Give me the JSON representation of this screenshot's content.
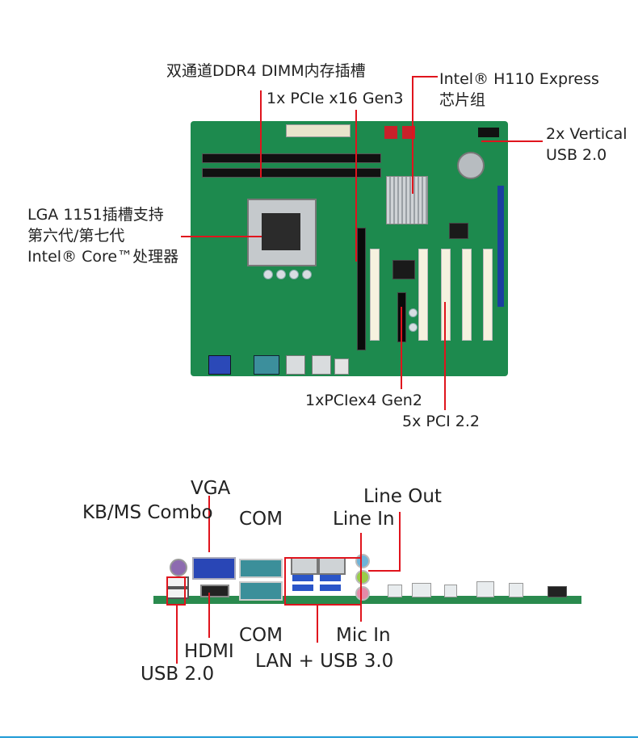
{
  "colors": {
    "callout_line": "#e0141d",
    "pcb": "#1d8a4e",
    "bottom_rule": "#1e9ad6"
  },
  "board_callouts": {
    "dimm": "双通道DDR4 DIMM内存插槽",
    "pcie16": "1x PCIe x16 Gen3",
    "chipset_line1": "Intel® H110 Express",
    "chipset_line2": "芯片组",
    "usb_vertical_line1": "2x Vertical",
    "usb_vertical_line2": "USB 2.0",
    "cpu_line1": "LGA 1151插槽支持",
    "cpu_line2": "第六代/第七代",
    "cpu_line3": "Intel® Core™处理器",
    "pcie4": "1xPCIex4 Gen2",
    "pci": "5x PCI 2.2"
  },
  "io_callouts": {
    "vga": "VGA",
    "kbms": "KB/MS Combo",
    "com_top": "COM",
    "line_out": "Line Out",
    "line_in": "Line In",
    "com_bottom": "COM",
    "mic_in": "Mic In",
    "hdmi": "HDMI",
    "lan_usb3": "LAN + USB 3.0",
    "usb2": "USB 2.0"
  }
}
